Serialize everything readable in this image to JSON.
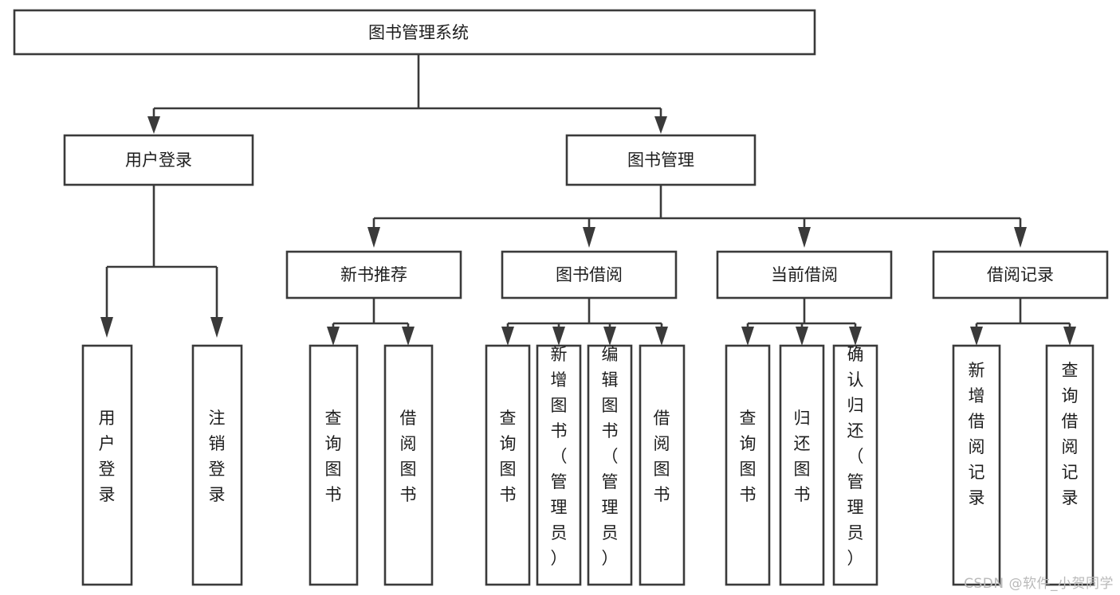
{
  "diagram": {
    "title": "图书管理系统",
    "type": "hierarchy-tree",
    "levels": 4,
    "colors": {
      "box_stroke": "#3a3a3a",
      "box_fill": "#ffffff",
      "text": "#1d1d1d",
      "background": "#ffffff",
      "watermark": "#b9b9b9"
    }
  },
  "root": {
    "label": "图书管理系统"
  },
  "level2": [
    {
      "label": "用户登录"
    },
    {
      "label": "图书管理"
    }
  ],
  "level3": [
    {
      "label": "新书推荐"
    },
    {
      "label": "图书借阅"
    },
    {
      "label": "当前借阅"
    },
    {
      "label": "借阅记录"
    }
  ],
  "leaves": {
    "user_login": [
      {
        "label": "用户登录"
      },
      {
        "label": "注销登录"
      }
    ],
    "new_book_recommend": [
      {
        "label": "查询图书"
      },
      {
        "label": "借阅图书"
      }
    ],
    "book_borrow": [
      {
        "label": "查询图书"
      },
      {
        "label": "新增图书（管理员）"
      },
      {
        "label": "编辑图书（管理员）"
      },
      {
        "label": "借阅图书"
      }
    ],
    "current_borrow": [
      {
        "label": "查询图书"
      },
      {
        "label": "归还图书"
      },
      {
        "label": "确认归还（管理员）"
      }
    ],
    "borrow_record": [
      {
        "label": "新增借阅记录"
      },
      {
        "label": "查询借阅记录"
      }
    ]
  },
  "watermark": {
    "text": "CSDN @软件_小贺同学"
  }
}
